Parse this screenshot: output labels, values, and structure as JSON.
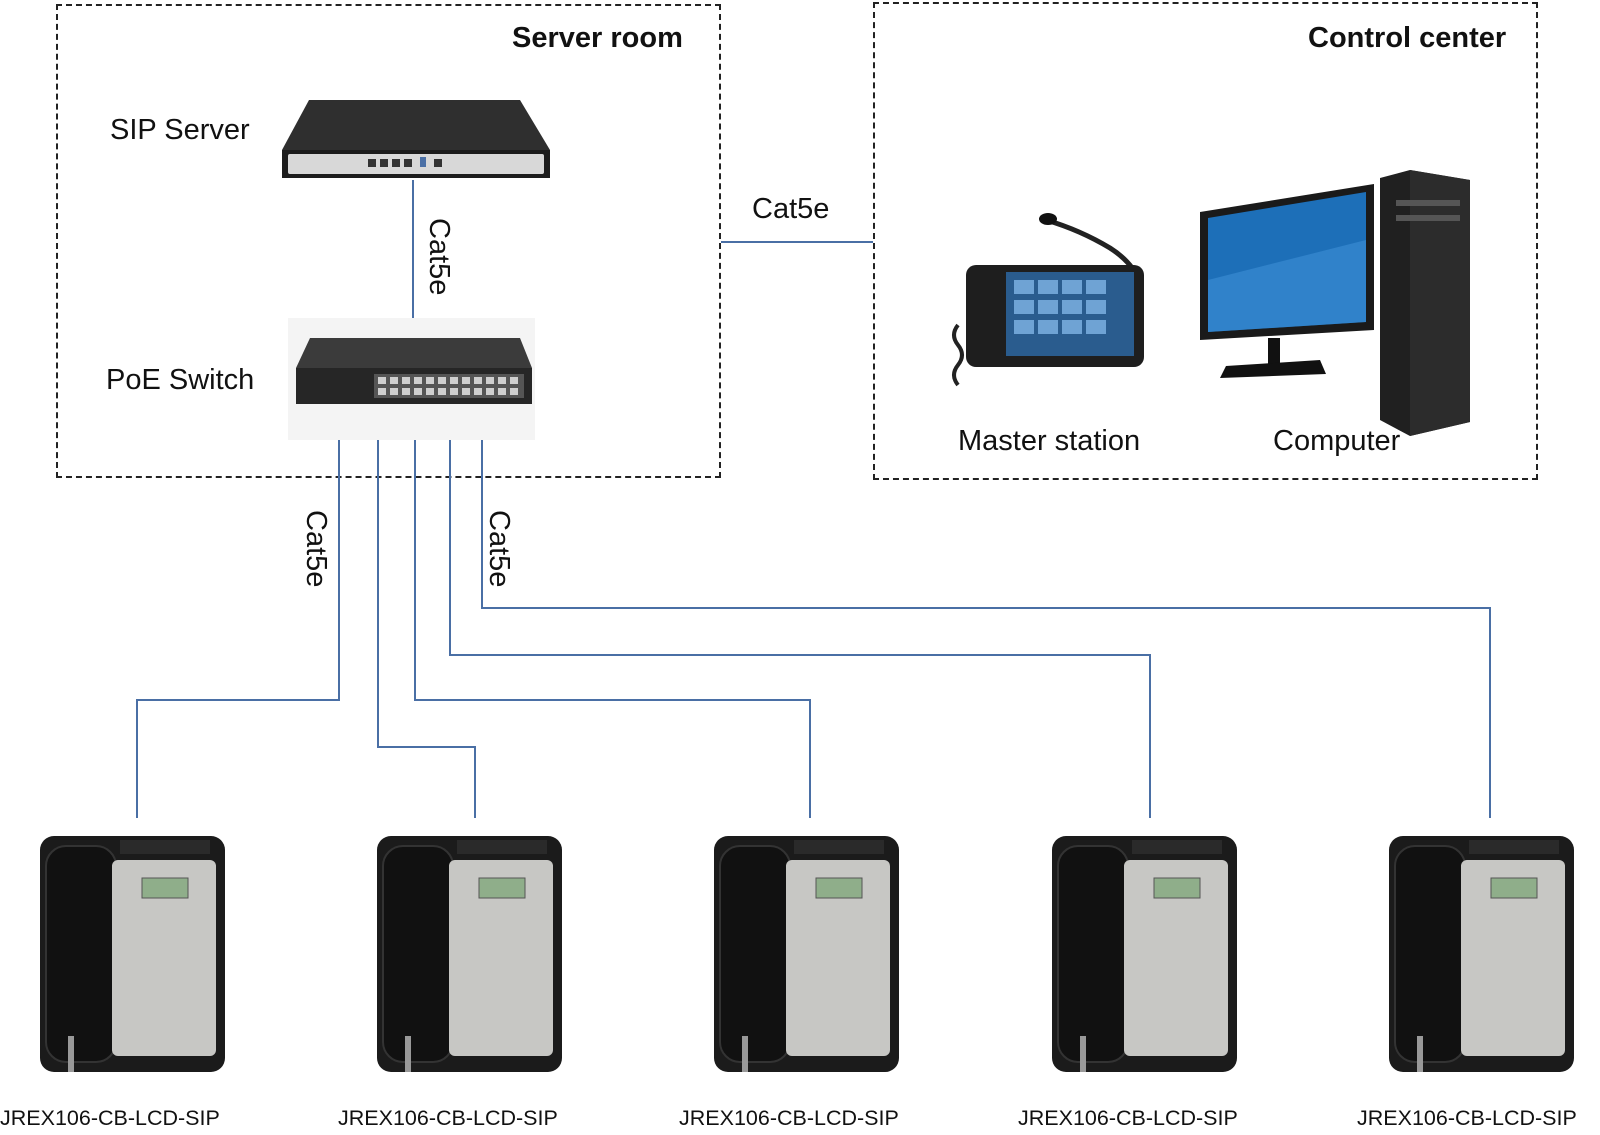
{
  "zones": {
    "server_room": {
      "title": "Server room"
    },
    "control_center": {
      "title": "Control center"
    }
  },
  "devices": {
    "sip_server": {
      "label": "SIP Server"
    },
    "poe_switch": {
      "label": "PoE Switch"
    },
    "master_station": {
      "label": "Master station"
    },
    "computer": {
      "label": "Computer"
    }
  },
  "cables": {
    "server_to_switch": "Cat5e",
    "server_room_to_control": "Cat5e",
    "switch_to_phones_left": "Cat5e",
    "switch_to_phones_right": "Cat5e"
  },
  "phones": [
    {
      "label": "JREX106-CB-LCD-SIP"
    },
    {
      "label": "JREX106-CB-LCD-SIP"
    },
    {
      "label": "JREX106-CB-LCD-SIP"
    },
    {
      "label": "JREX106-CB-LCD-SIP"
    },
    {
      "label": "JREX106-CB-LCD-SIP"
    }
  ],
  "colors": {
    "link": "#4a6fa5",
    "zone_border": "#222222"
  },
  "icons": {
    "sip_server": "rack-server-icon",
    "poe_switch": "network-switch-icon",
    "master_station": "intercom-console-icon",
    "computer": "desktop-computer-icon",
    "phone": "industrial-phone-icon"
  }
}
